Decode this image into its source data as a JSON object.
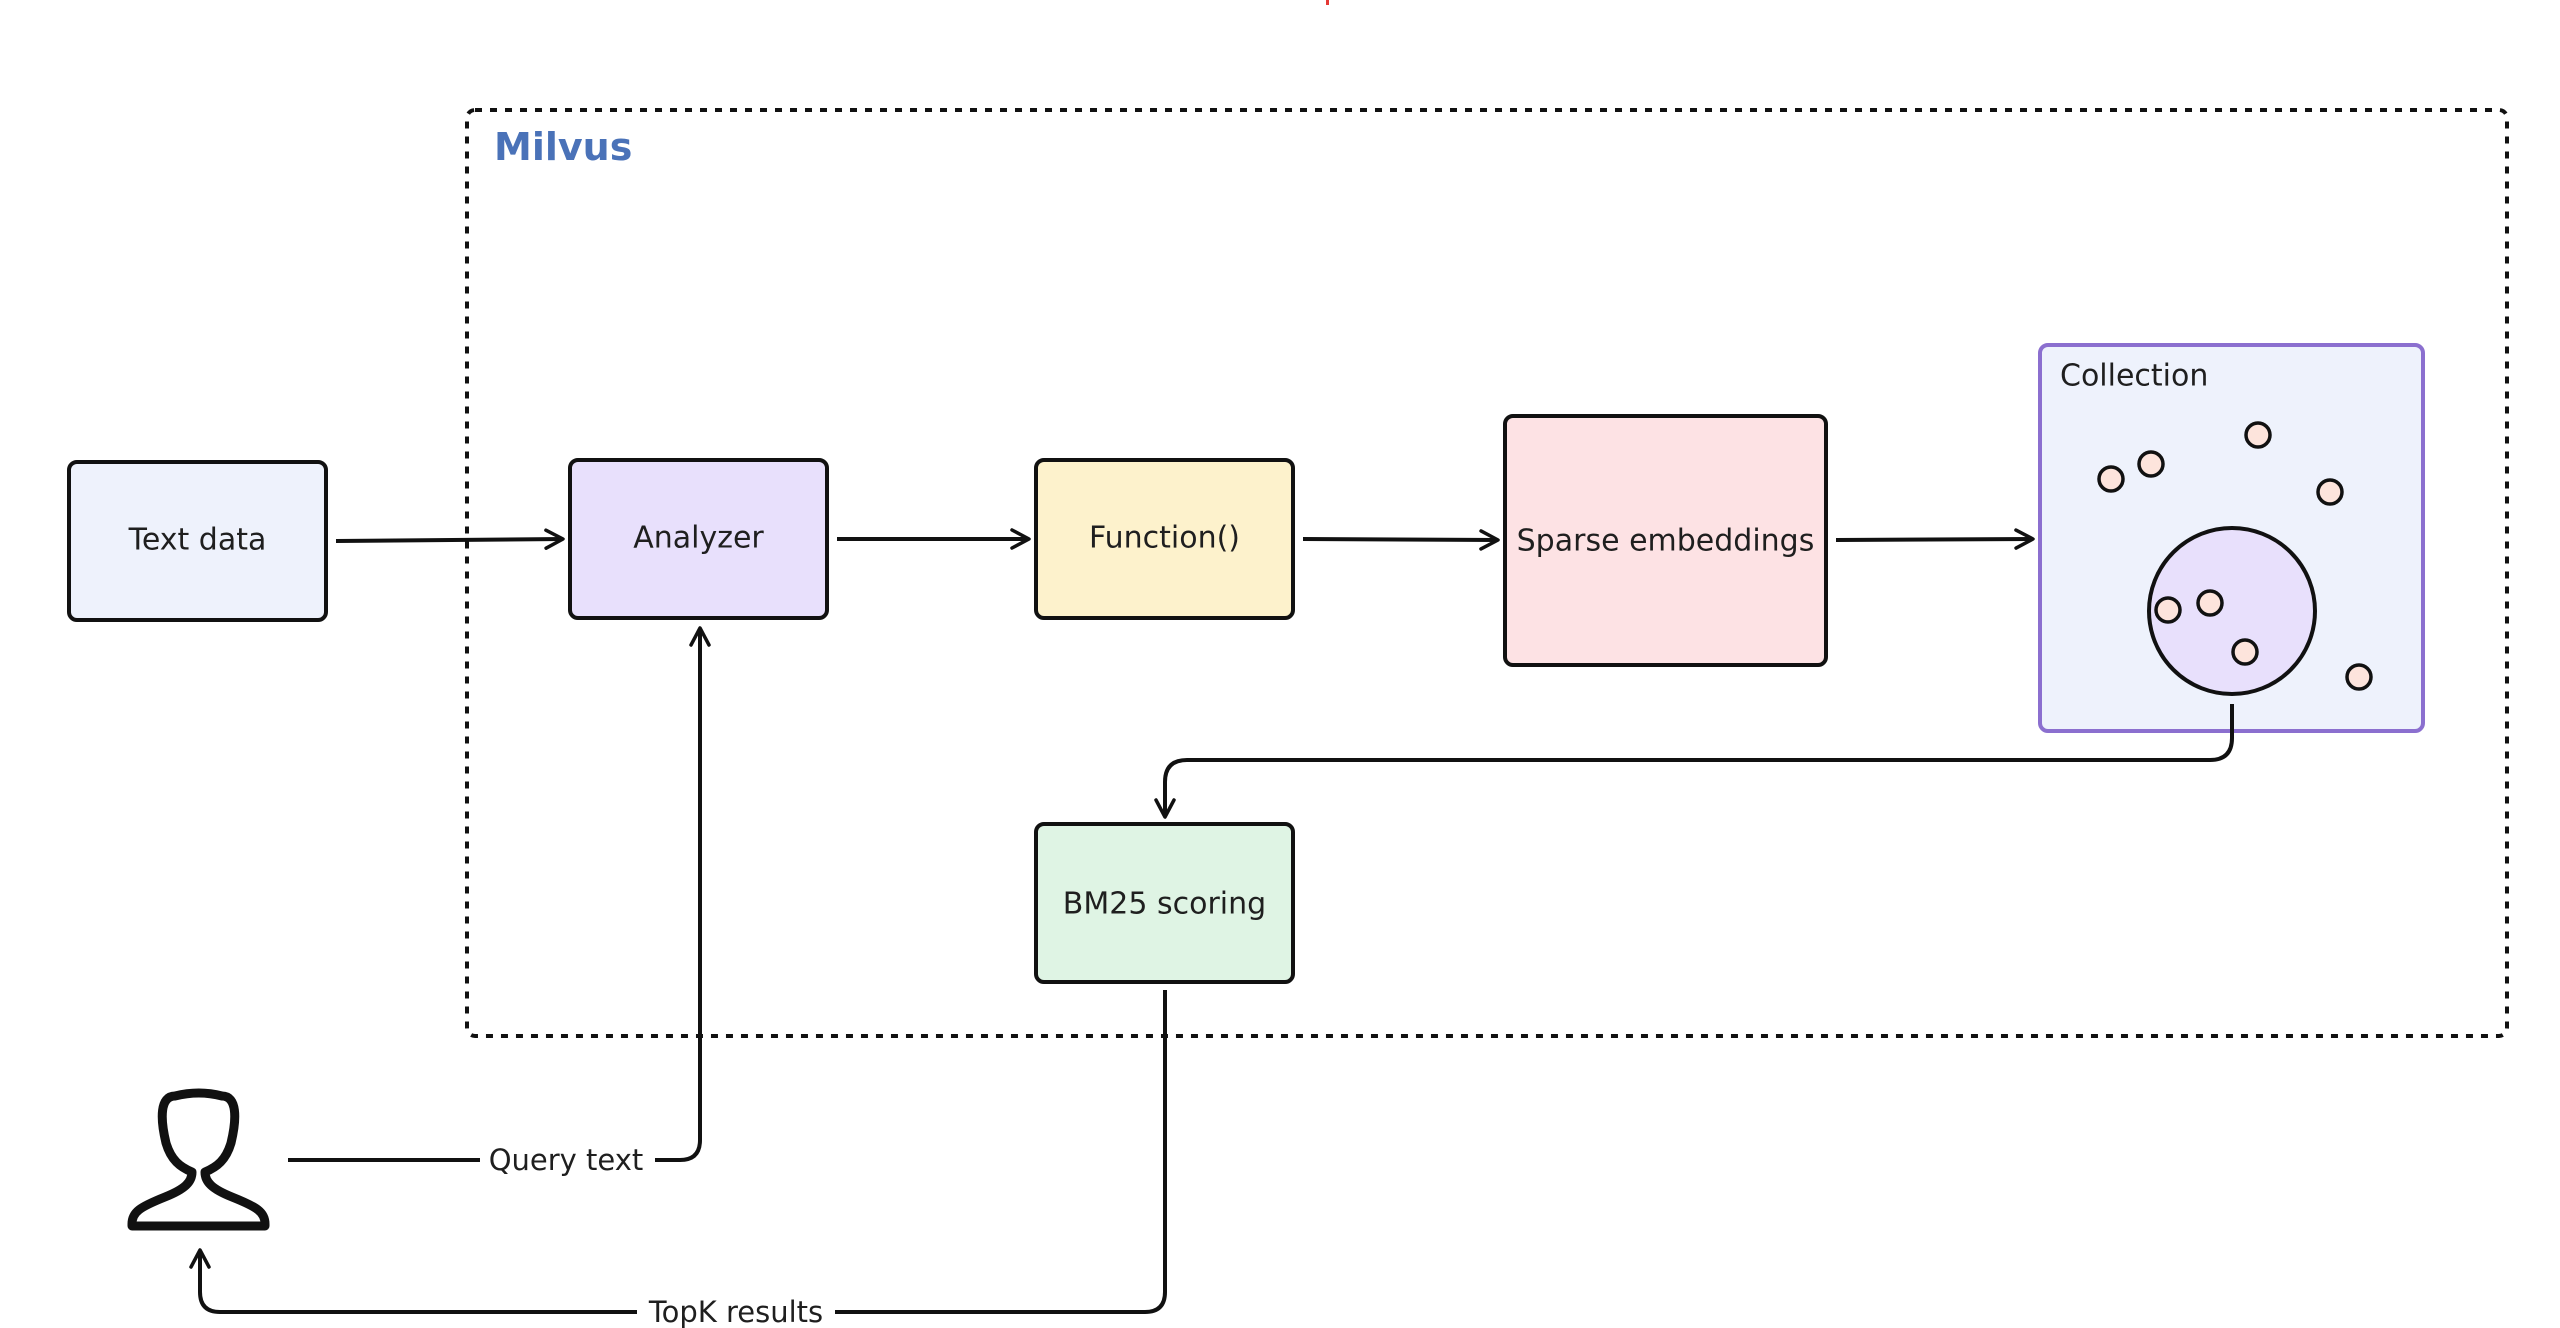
{
  "group": {
    "title": "Milvus",
    "title_color": "#4a72b8"
  },
  "nodes": {
    "text_data": {
      "label": "Text data",
      "fill": "#eef2fc"
    },
    "analyzer": {
      "label": "Analyzer",
      "fill": "#e8e0fc"
    },
    "function": {
      "label": "Function()",
      "fill": "#fdf2cc"
    },
    "sparse": {
      "label": "Sparse embeddings",
      "fill": "#fde2e4"
    },
    "collection": {
      "label": "Collection",
      "fill": "#eef2fc",
      "border": "#8b6fcf"
    },
    "bm25": {
      "label": "BM25 scoring",
      "fill": "#dff4e4"
    }
  },
  "edges": {
    "query_text": "Query text",
    "topk_results": "TopK results"
  },
  "icons": {
    "user": "user-icon"
  },
  "colors": {
    "stroke": "#111111",
    "point_fill": "#fde4dc",
    "cluster_fill": "#e8e0fc",
    "marker": "#e53935"
  }
}
